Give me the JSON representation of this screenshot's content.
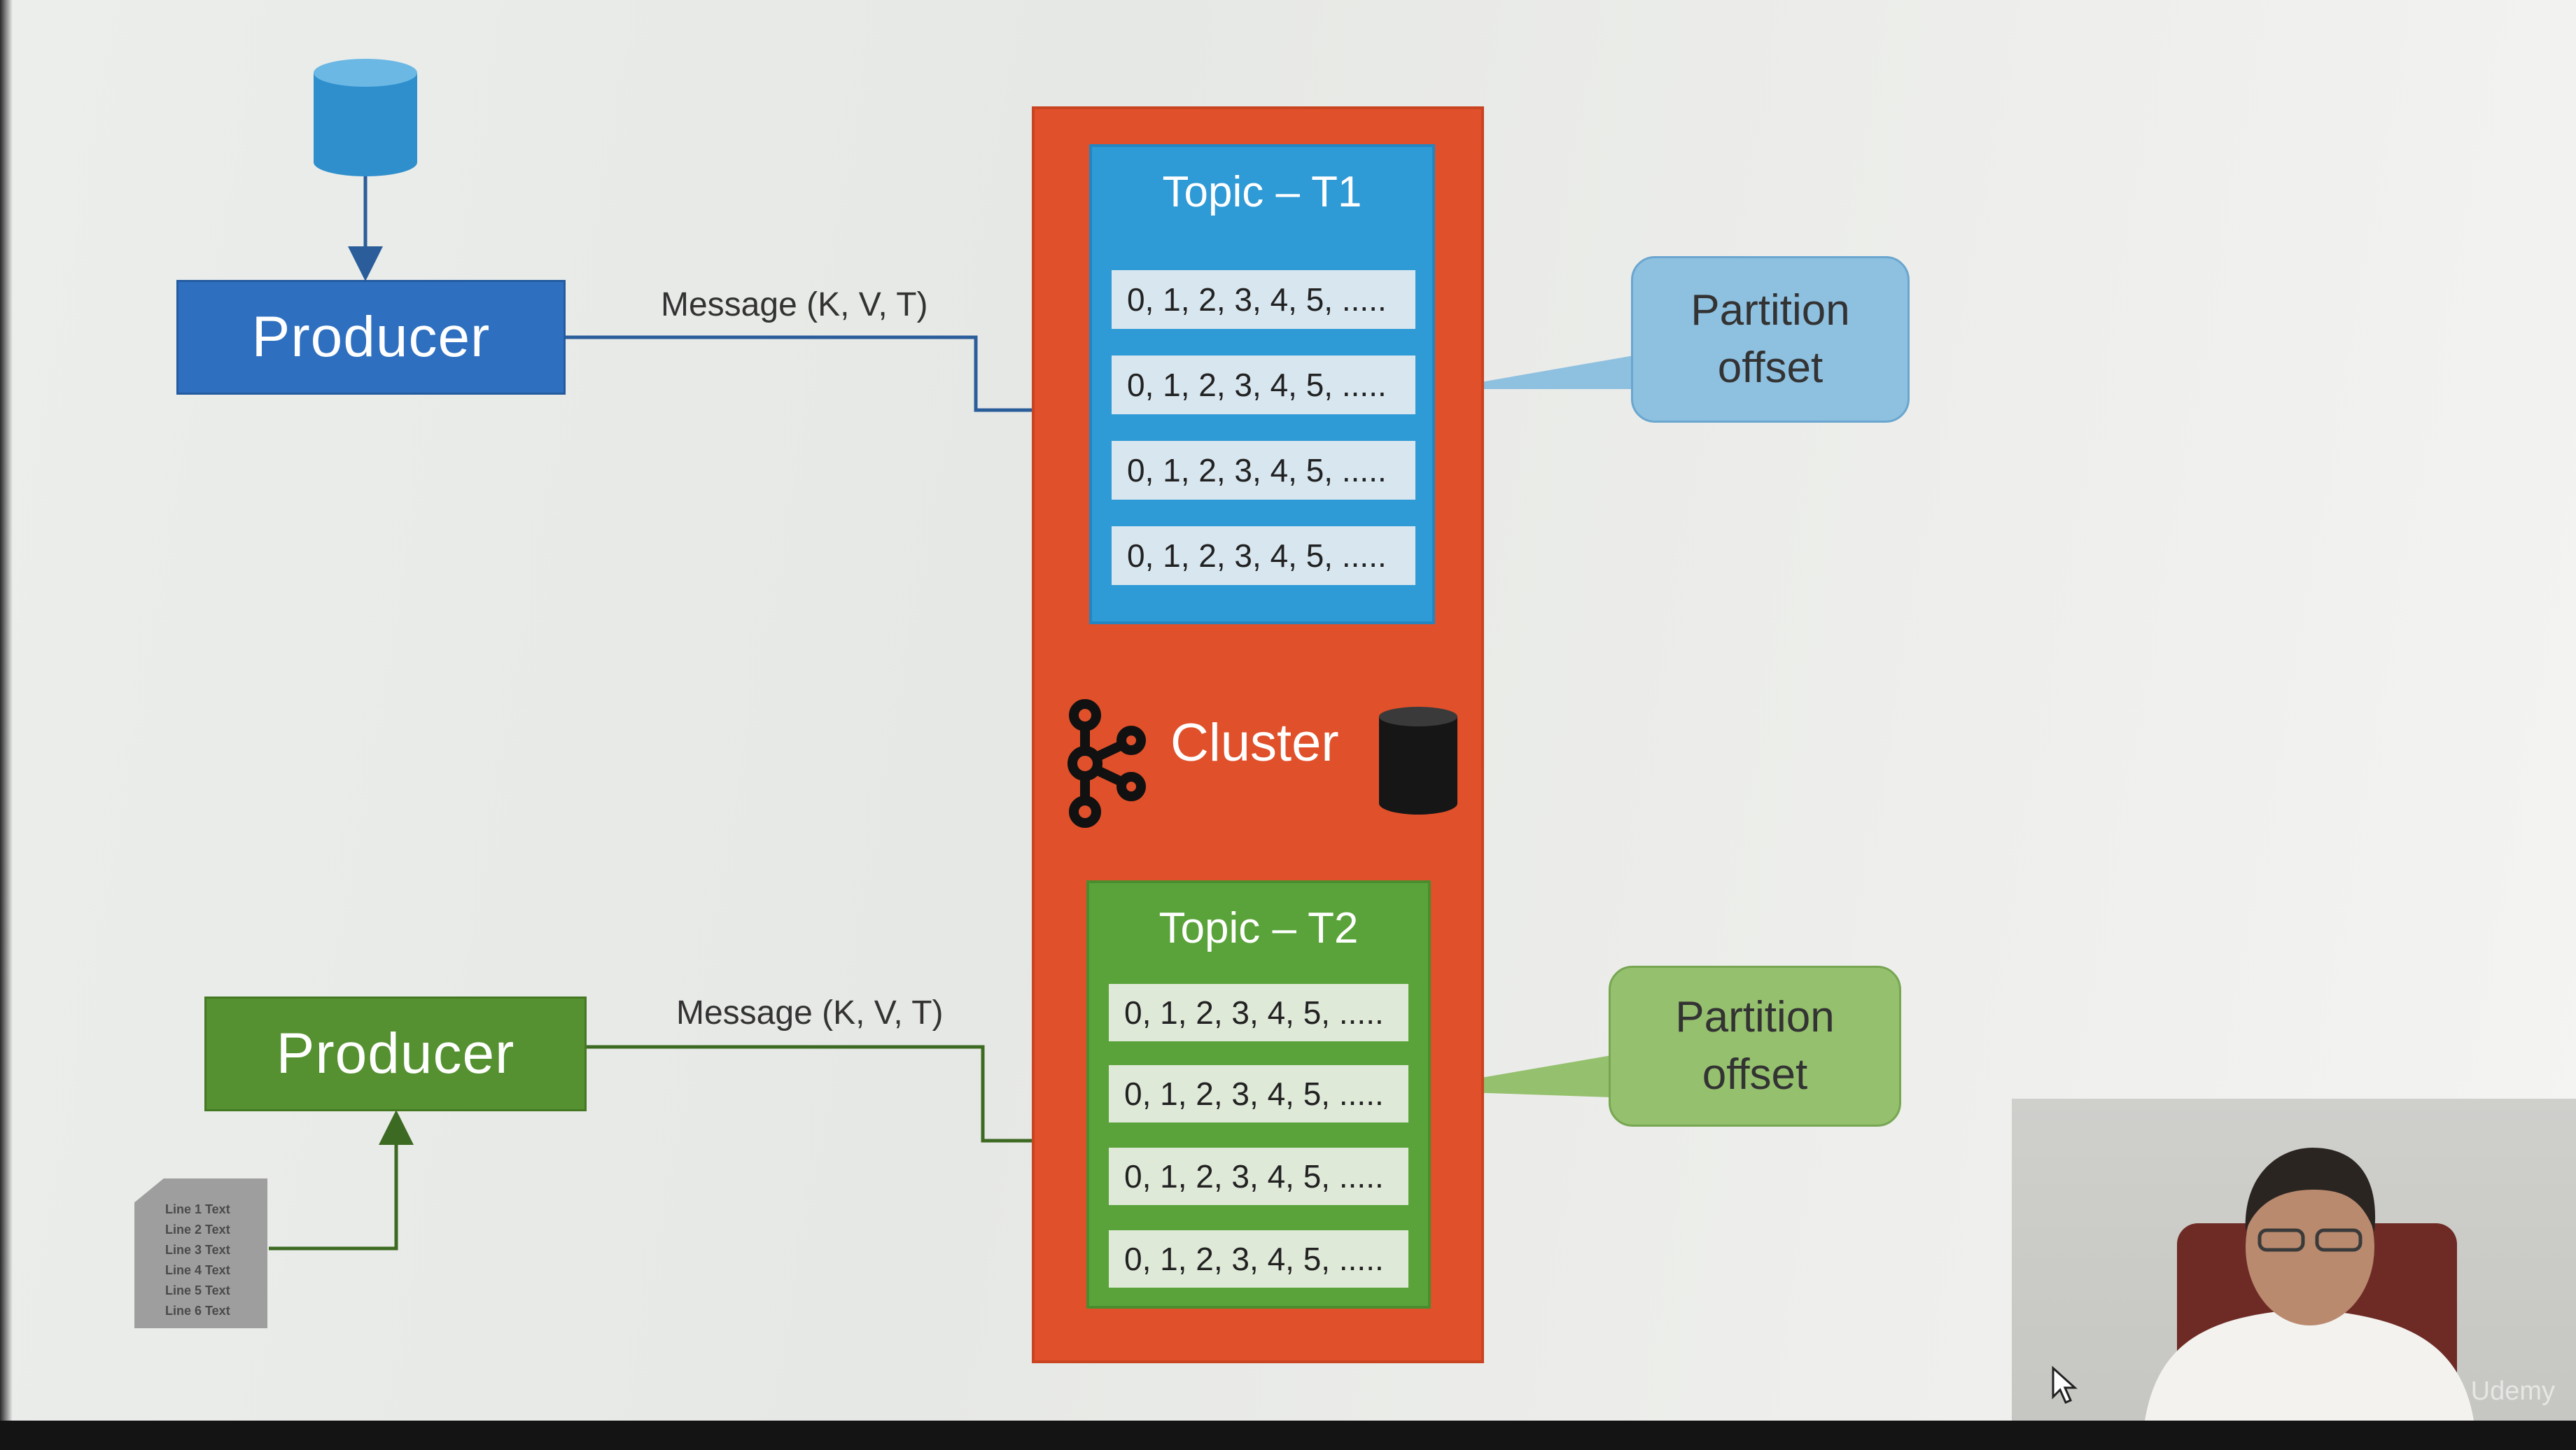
{
  "producers": {
    "top": {
      "label": "Producer",
      "message": "Message (K, V, T)"
    },
    "bottom": {
      "label": "Producer",
      "message": "Message (K, V, T)"
    }
  },
  "cluster": {
    "label": "Cluster",
    "topics": [
      {
        "title": "Topic – T1",
        "partitions": [
          "0, 1, 2, 3, 4, 5, .....",
          "0, 1, 2, 3, 4, 5, .....",
          "0, 1, 2, 3, 4, 5, .....",
          "0, 1, 2, 3, 4, 5, ....."
        ]
      },
      {
        "title": "Topic – T2",
        "partitions": [
          "0, 1, 2, 3, 4, 5, .....",
          "0, 1, 2, 3, 4, 5, .....",
          "0, 1, 2, 3, 4, 5, .....",
          "0, 1, 2, 3, 4, 5, ....."
        ]
      }
    ]
  },
  "callouts": {
    "top": {
      "line1": "Partition",
      "line2": "offset"
    },
    "bottom": {
      "line1": "Partition",
      "line2": "offset"
    }
  },
  "document": {
    "lines": [
      "Line 1 Text",
      "Line 2 Text",
      "Line 3 Text",
      "Line 4 Text",
      "Line 5 Text",
      "Line 6 Text"
    ]
  },
  "video": {
    "watermark": "Udemy"
  },
  "icons": {
    "producer_top_source": "database-icon",
    "producer_bottom_source": "document-icon",
    "cluster_logo": "kafka-logo-icon",
    "cluster_storage": "database-icon",
    "pointer": "mouse-cursor-icon"
  },
  "colors": {
    "producer_top": "#2e6fc0",
    "producer_bottom": "#559130",
    "cluster": "#e0502a",
    "topic_t1": "#2e9ad6",
    "topic_t2": "#5aa33a",
    "callout_top": "#8ec0e0",
    "callout_bottom": "#95c06e"
  }
}
